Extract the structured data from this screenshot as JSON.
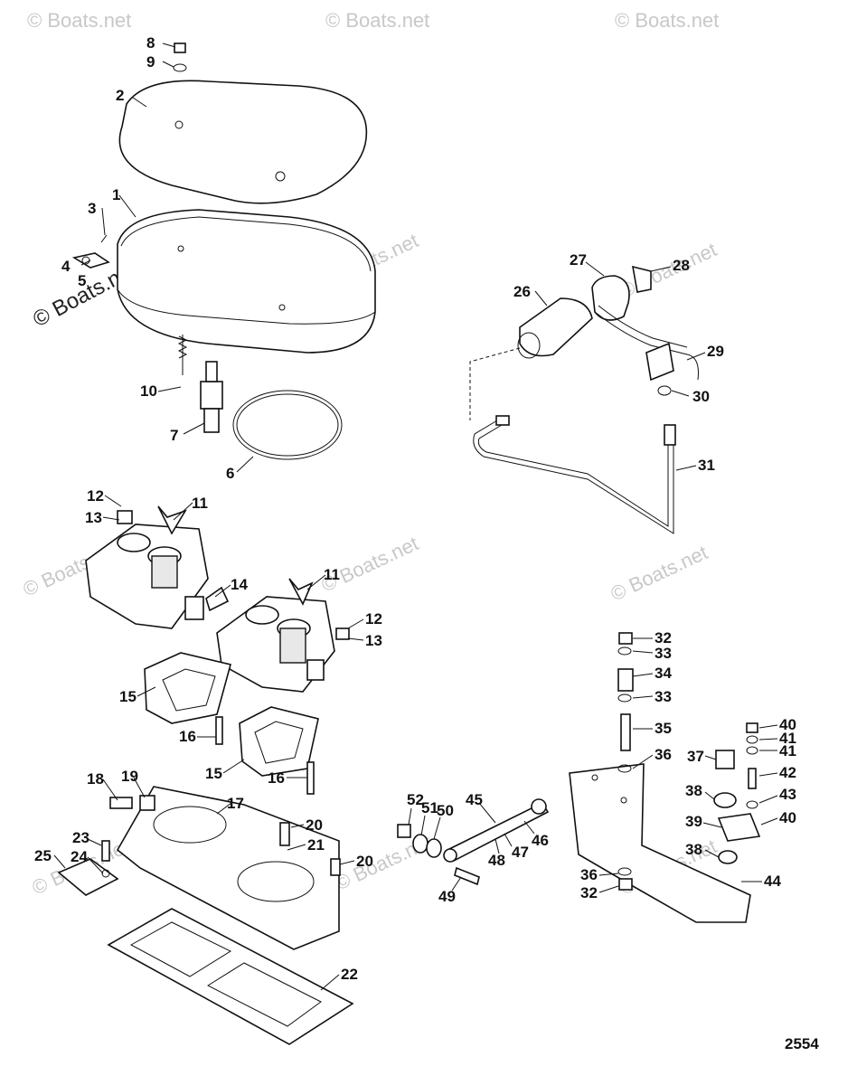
{
  "watermark": {
    "text": "© Boats.net"
  },
  "callouts": [
    "1",
    "2",
    "3",
    "4",
    "5",
    "6",
    "7",
    "8",
    "9",
    "10",
    "11",
    "12",
    "13",
    "14",
    "15",
    "16",
    "17",
    "18",
    "19",
    "20",
    "21",
    "22",
    "23",
    "24",
    "25",
    "26",
    "27",
    "28",
    "29",
    "30",
    "31",
    "32",
    "33",
    "34",
    "35",
    "36",
    "37",
    "38",
    "39",
    "40",
    "41",
    "42",
    "43",
    "44",
    "45",
    "46",
    "47",
    "48",
    "49",
    "50",
    "51",
    "52"
  ],
  "figure_number": "2554"
}
